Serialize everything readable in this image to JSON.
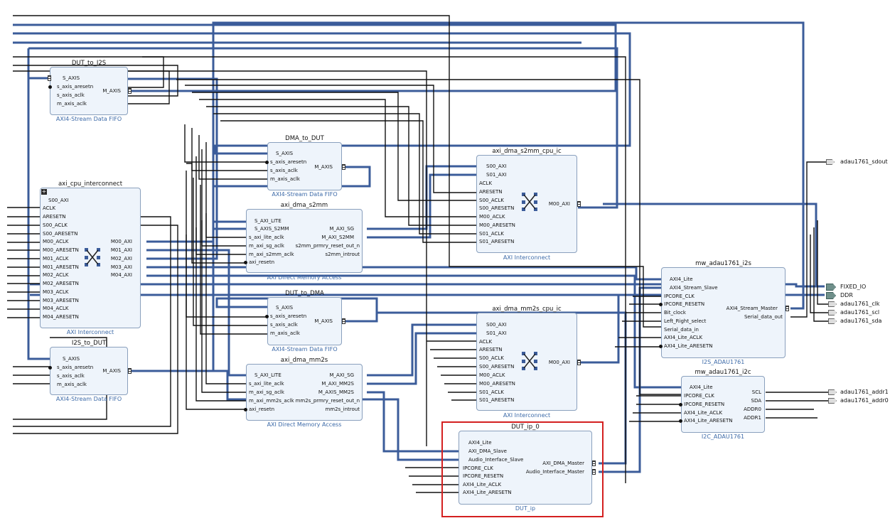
{
  "blocks": {
    "dut_to_i2s": {
      "name": "DUT_to_I2S",
      "ip": "AXI4-Stream Data FIFO",
      "left": [
        "S_AXIS",
        "s_axis_aresetn",
        "s_axis_aclk",
        "m_axis_aclk"
      ],
      "right": [
        "M_AXIS"
      ]
    },
    "dma_to_dut": {
      "name": "DMA_to_DUT",
      "ip": "AXI4-Stream Data FIFO",
      "left": [
        "S_AXIS",
        "s_axis_aresetn",
        "s_axis_aclk",
        "m_axis_aclk"
      ],
      "right": [
        "M_AXIS"
      ]
    },
    "axi_cpu_interconnect": {
      "name": "axi_cpu_interconnect",
      "ip": "AXI Interconnect",
      "left": [
        "S00_AXI",
        "ACLK",
        "ARESETN",
        "S00_ACLK",
        "S00_ARESETN",
        "M00_ACLK",
        "M00_ARESETN",
        "M01_ACLK",
        "M01_ARESETN",
        "M02_ACLK",
        "M02_ARESETN",
        "M03_ACLK",
        "M03_ARESETN",
        "M04_ACLK",
        "M04_ARESETN"
      ],
      "right": [
        "M00_AXI",
        "M01_AXI",
        "M02_AXI",
        "M03_AXI",
        "M04_AXI"
      ]
    },
    "axi_dma_s2mm": {
      "name": "axi_dma_s2mm",
      "ip": "AXI Direct Memory Access",
      "left": [
        "S_AXI_LITE",
        "S_AXIS_S2MM",
        "s_axi_lite_aclk",
        "m_axi_sg_aclk",
        "m_axi_s2mm_aclk",
        "axi_resetn"
      ],
      "right": [
        "M_AXI_SG",
        "M_AXI_S2MM",
        "s2mm_prmry_reset_out_n",
        "s2mm_introut"
      ]
    },
    "dut_to_dma": {
      "name": "DUT_to_DMA",
      "ip": "AXI4-Stream Data FIFO",
      "left": [
        "S_AXIS",
        "s_axis_aresetn",
        "s_axis_aclk",
        "m_axis_aclk"
      ],
      "right": [
        "M_AXIS"
      ]
    },
    "i2s_to_dut": {
      "name": "I2S_to_DUT",
      "ip": "AXI4-Stream Data FIFO",
      "left": [
        "S_AXIS",
        "s_axis_aresetn",
        "s_axis_aclk",
        "m_axis_aclk"
      ],
      "right": [
        "M_AXIS"
      ]
    },
    "axi_dma_mm2s": {
      "name": "axi_dma_mm2s",
      "ip": "AXI Direct Memory Access",
      "left": [
        "S_AXI_LITE",
        "s_axi_lite_aclk",
        "m_axi_sg_aclk",
        "m_axi_mm2s_aclk",
        "axi_resetn"
      ],
      "right": [
        "M_AXI_SG",
        "M_AXI_MM2S",
        "M_AXIS_MM2S",
        "mm2s_prmry_reset_out_n",
        "mm2s_introut"
      ]
    },
    "axi_dma_s2mm_cpu_ic": {
      "name": "axi_dma_s2mm_cpu_ic",
      "ip": "AXI Interconnect",
      "left": [
        "S00_AXI",
        "S01_AXI",
        "ACLK",
        "ARESETN",
        "S00_ACLK",
        "S00_ARESETN",
        "M00_ACLK",
        "M00_ARESETN",
        "S01_ACLK",
        "S01_ARESETN"
      ],
      "right": [
        "M00_AXI"
      ]
    },
    "axi_dma_mm2s_cpu_ic": {
      "name": "axi_dma_mm2s_cpu_ic",
      "ip": "AXI Interconnect",
      "left": [
        "S00_AXI",
        "S01_AXI",
        "ACLK",
        "ARESETN",
        "S00_ACLK",
        "S00_ARESETN",
        "M00_ACLK",
        "M00_ARESETN",
        "S01_ACLK",
        "S01_ARESETN"
      ],
      "right": [
        "M00_AXI"
      ]
    },
    "dut_ip_0": {
      "name": "DUT_ip_0",
      "ip": "DUT_ip",
      "left": [
        "AXI4_Lite",
        "AXI_DMA_Slave",
        "Audio_Interface_Slave",
        "IPCORE_CLK",
        "IPCORE_RESETN",
        "AXI4_Lite_ACLK",
        "AXI4_Lite_ARESETN"
      ],
      "right": [
        "AXI_DMA_Master",
        "Audio_Interface_Master"
      ]
    },
    "mw_adau1761_i2s": {
      "name": "mw_adau1761_i2s",
      "ip": "I2S_ADAU1761",
      "left": [
        "AXI4_Lite",
        "AXI4_Stream_Slave",
        "IPCORE_CLK",
        "IPCORE_RESETN",
        "Bit_clock",
        "Left_Right_select",
        "Serial_data_in",
        "AXI4_Lite_ACLK",
        "AXI4_Lite_ARESETN"
      ],
      "right": [
        "AXI4_Stream_Master",
        "Serial_data_out"
      ]
    },
    "mw_adau1761_i2c": {
      "name": "mw_adau1761_i2c",
      "ip": "I2C_ADAU1761",
      "left": [
        "AXI4_Lite",
        "IPCORE_CLK",
        "IPCORE_RESETN",
        "AXI4_Lite_ACLK",
        "AXI4_Lite_ARESETN"
      ],
      "right": [
        "SCL",
        "SDA",
        "ADDR0",
        "ADDR1"
      ]
    }
  },
  "external_ports": [
    "adau1761_sdout",
    "FIXED_IO",
    "DDR",
    "adau1761_clk",
    "adau1761_scl",
    "adau1761_sda",
    "adau1761_addr1",
    "adau1761_addr0"
  ],
  "colors": {
    "bus": "#3b5c9a",
    "net": "#111111",
    "block_fill": "#eef4fb",
    "block_border": "#8aa0bd",
    "highlight": "#d42020",
    "ip_text": "#3c6aa8"
  }
}
